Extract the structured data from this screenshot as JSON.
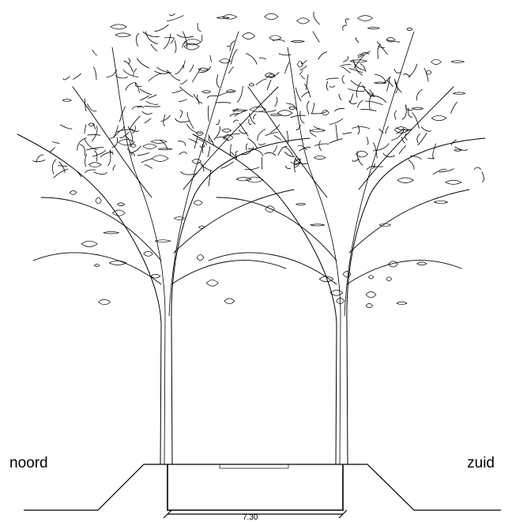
{
  "labels": {
    "north": "noord",
    "south": "zuid",
    "dimension": "7.30"
  },
  "colors": {
    "line": "#000000",
    "background": "#ffffff"
  }
}
